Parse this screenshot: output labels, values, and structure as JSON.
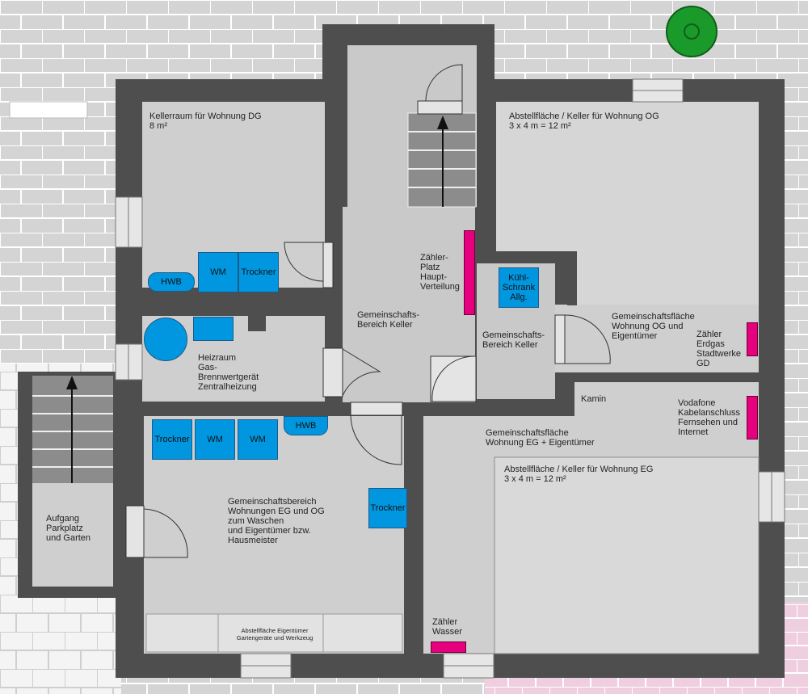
{
  "colors": {
    "wall": "#4e4e4e",
    "floor": "#c9c9c9",
    "room_light": "#d6d6d6",
    "device": "#0097e0",
    "meter": "#e6007e",
    "tree": "#1a9a2a",
    "paving": "#d2d2d2",
    "paving_pink": "#eecbdc"
  },
  "rooms": {
    "keller_dg": "Kellerraum für Wohnung DG\n8 m²",
    "abstell_og": "Abstellfläche / Keller für Wohnung OG\n3 x 4 m = 12 m²",
    "heizraum": "Heizraum\nGas-\nBrennwertgerät\nZentralheizung",
    "gemein_keller": "Gemeinschafts-\nBereich Keller",
    "gemein_keller_2": "Gemeinschafts-\nBereich Keller",
    "gemein_og": "Gemeinschaftsfläche\nWohnung OG und\nEigentümer",
    "gemein_eg": "Gemeinschaftsfläche\nWohnung EG + Eigentümer",
    "abstell_eg": "Abstellfläche / Keller für Wohnung EG\n3 x 4 m = 12 m²",
    "gemein_wasch": "Gemeinschaftsbereich\nWohnungen EG und OG\nzum Waschen\nund Eigentümer bzw.\nHausmeister",
    "aufgang": "Aufgang\nParkplatz\nund Garten",
    "kamin": "Kamin",
    "abstell_eigentuemer": "Abstellfläche Eigentümer\nGartengeräte und Werkzeug"
  },
  "meters": {
    "zaehler_platz": "Zähler-\nPlatz\nHaupt-\nVerteilung",
    "zaehler_gas": "Zähler\nErdgas\nStadtwerke\nGD",
    "vodafone": "Vodafone\nKabelanschluss\nFernsehen und\nInternet",
    "zaehler_wasser": "Zähler\nWasser"
  },
  "devices": {
    "hwb_top": "HWB",
    "wm_top": "WM",
    "trockner_top": "Trockner",
    "kuehlschrank": "Kühl-\nSchrank\nAllg.",
    "trockner_bl": "Trockner",
    "wm_bl_1": "WM",
    "wm_bl_2": "WM",
    "hwb_bl": "HWB",
    "trockner_mid": "Trockner"
  }
}
